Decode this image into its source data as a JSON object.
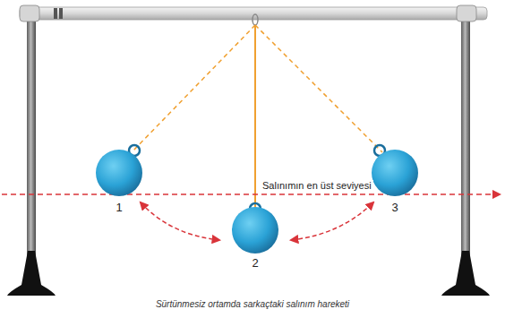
{
  "diagram": {
    "caption": "Sürtünmesiz ortamda sarkaçtaki salınım hareketi",
    "labels": [
      "Salınımın en üst seviyesi",
      "1",
      "2",
      "3"
    ]
  }
}
